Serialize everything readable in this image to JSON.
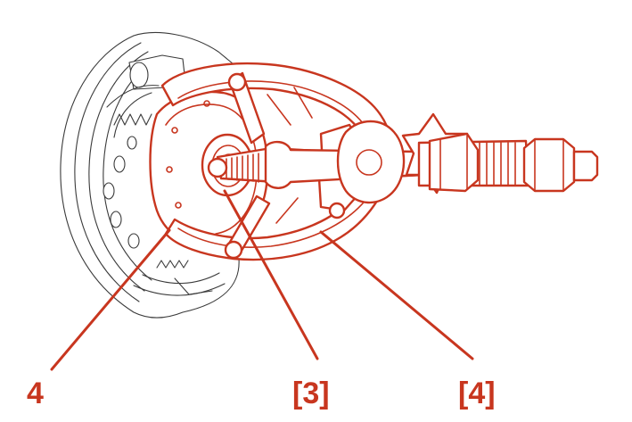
{
  "figure": {
    "callouts": [
      {
        "id": "part-4",
        "label": "4"
      },
      {
        "id": "tool-3",
        "label": "[3]"
      },
      {
        "id": "tool-4",
        "label": "[4]"
      }
    ]
  },
  "colors": {
    "accent": "#c8361f",
    "line": "#3a3a3a",
    "background": "#ffffff"
  }
}
